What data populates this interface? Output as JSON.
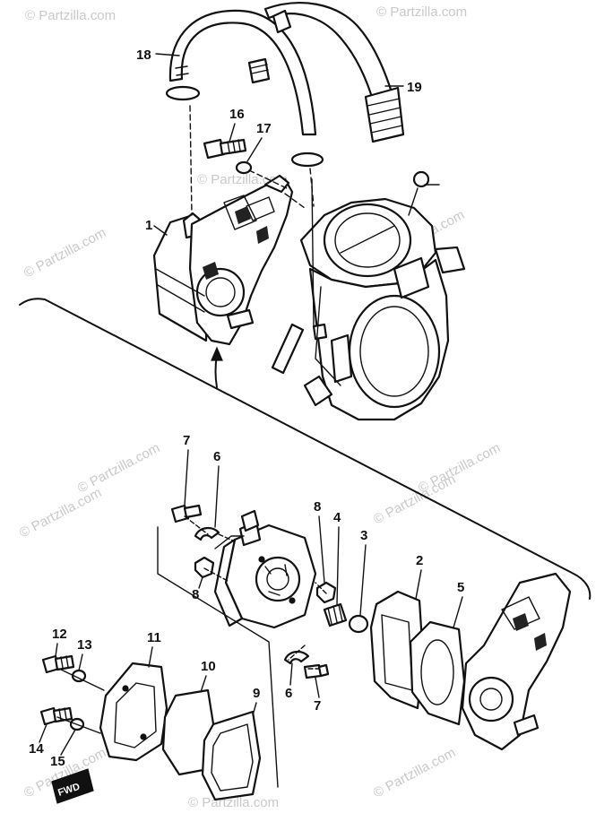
{
  "watermarks": [
    {
      "text": "© Partzilla.com"
    },
    {
      "text": "© Partzilla.com"
    },
    {
      "text": "© Partzilla.com"
    },
    {
      "text": "© Partzilla.com"
    },
    {
      "text": "© Partzilla.com"
    },
    {
      "text": "© Partzilla.com"
    },
    {
      "text": "© Partzilla.com"
    },
    {
      "text": "© Partzilla.com"
    },
    {
      "text": "© Partzilla.com"
    },
    {
      "text": "© Partzilla.com"
    },
    {
      "text": "© Partzilla.com"
    },
    {
      "text": "© Partzilla.com"
    }
  ],
  "callouts": [
    {
      "label": "18"
    },
    {
      "label": "19"
    },
    {
      "label": "16"
    },
    {
      "label": "17"
    },
    {
      "label": "1"
    },
    {
      "label": "7"
    },
    {
      "label": "6"
    },
    {
      "label": "8"
    },
    {
      "label": "4"
    },
    {
      "label": "3"
    },
    {
      "label": "2"
    },
    {
      "label": "5"
    },
    {
      "label": "8"
    },
    {
      "label": "12"
    },
    {
      "label": "13"
    },
    {
      "label": "11"
    },
    {
      "label": "10"
    },
    {
      "label": "9"
    },
    {
      "label": "6"
    },
    {
      "label": "7"
    },
    {
      "label": "14"
    },
    {
      "label": "15"
    }
  ],
  "fwd_mark": "FWD"
}
